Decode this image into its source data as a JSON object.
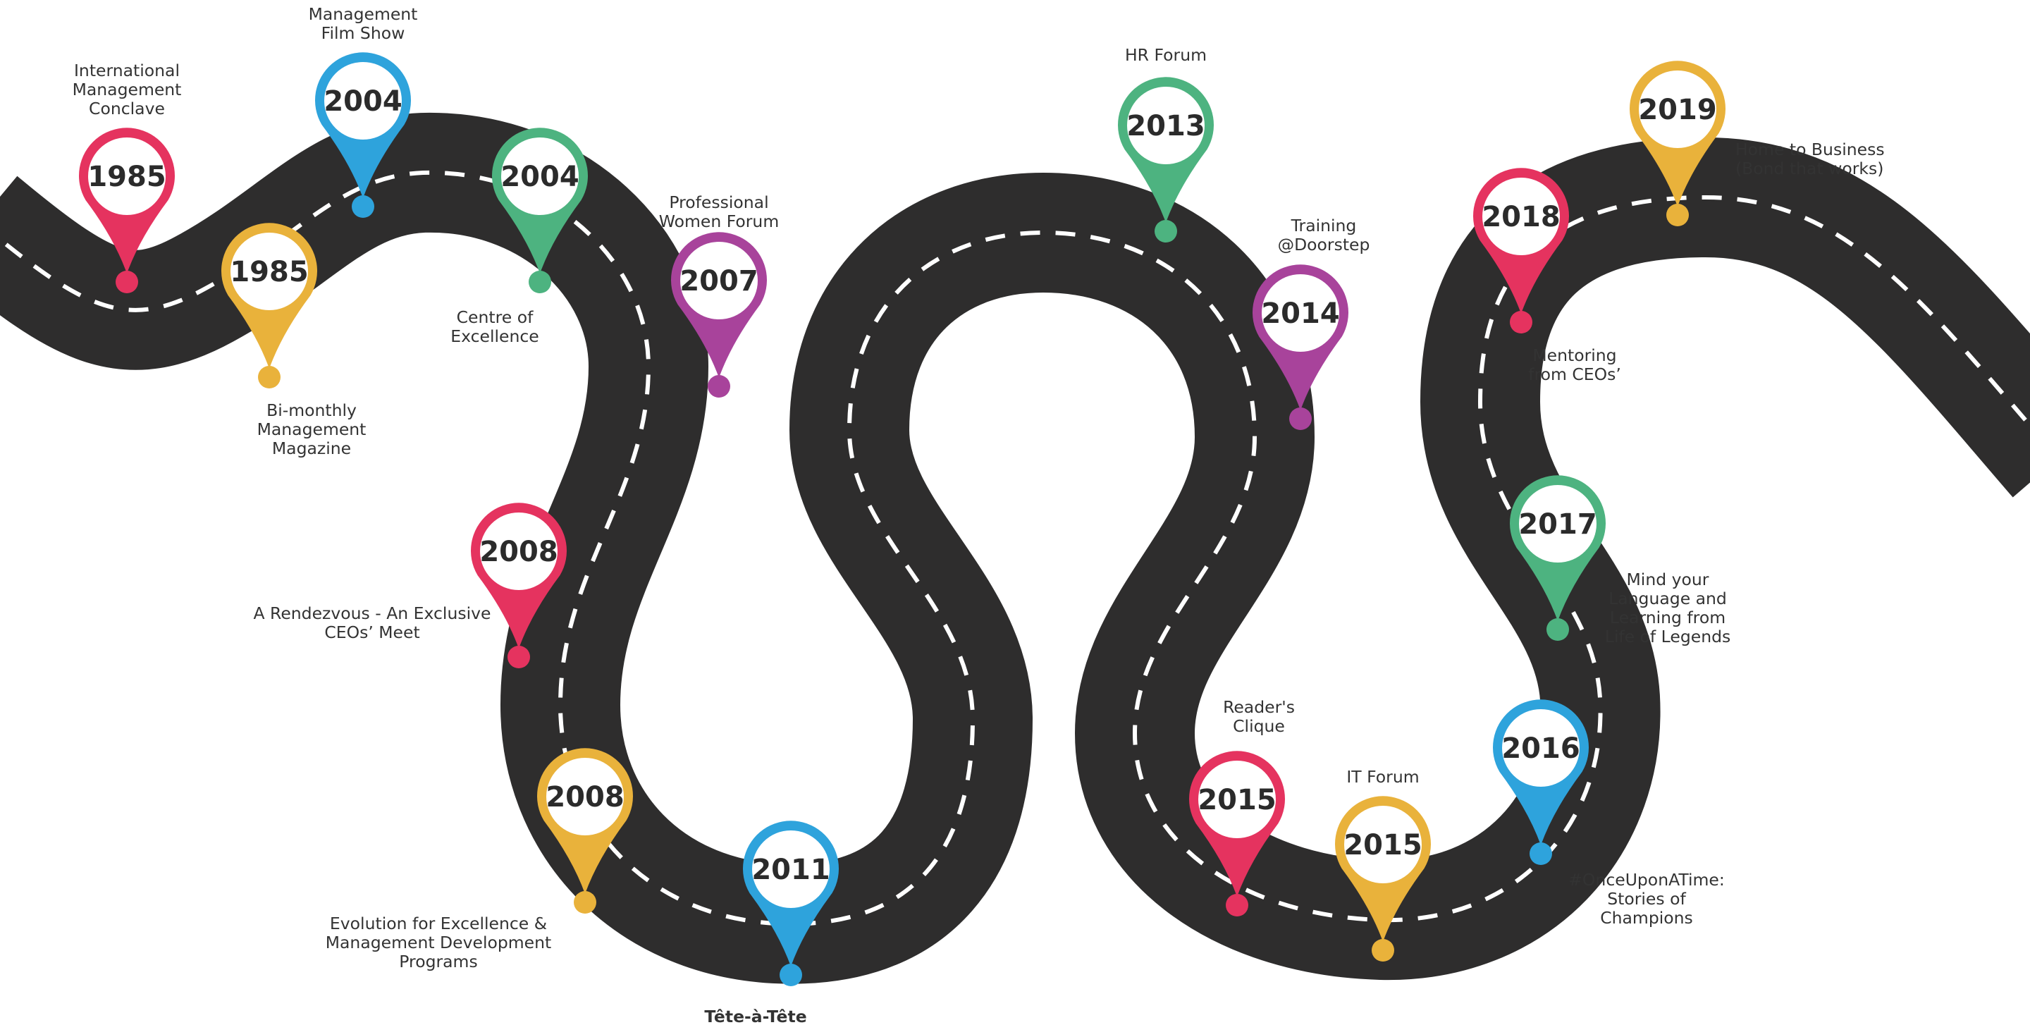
{
  "colors": {
    "road": "#2e2d2d",
    "lane": "#ffffff",
    "pink": "#e5335f",
    "yellow": "#e9b23b",
    "blue": "#2ea3dc",
    "green": "#4db380",
    "purple": "#a8439b"
  },
  "milestones": [
    {
      "year": "1985",
      "color": "pink",
      "lines": [
        "International",
        "Management",
        "Conclave"
      ]
    },
    {
      "year": "1985",
      "color": "yellow",
      "lines": [
        "Bi-monthly",
        "Management",
        "Magazine"
      ]
    },
    {
      "year": "2004",
      "color": "blue",
      "lines": [
        "Management",
        "Film Show"
      ]
    },
    {
      "year": "2004",
      "color": "green",
      "lines": [
        "Centre of",
        "Excellence"
      ]
    },
    {
      "year": "2007",
      "color": "purple",
      "lines": [
        "Professional",
        "Women Forum"
      ]
    },
    {
      "year": "2008",
      "color": "pink",
      "lines": [
        "A Rendezvous - An Exclusive",
        "CEOs’ Meet"
      ]
    },
    {
      "year": "2008",
      "color": "yellow",
      "lines": [
        "Evolution for Excellence &",
        "Management Development",
        "Programs"
      ]
    },
    {
      "year": "2011",
      "color": "blue",
      "lines": [
        "Tête-à-Tête"
      ]
    },
    {
      "year": "2013",
      "color": "green",
      "lines": [
        "HR Forum"
      ]
    },
    {
      "year": "2014",
      "color": "purple",
      "lines": [
        "Training",
        "@Doorstep"
      ]
    },
    {
      "year": "2015",
      "color": "pink",
      "lines": [
        "Reader's",
        "Clique"
      ]
    },
    {
      "year": "2015",
      "color": "yellow",
      "lines": [
        "IT Forum"
      ]
    },
    {
      "year": "2016",
      "color": "blue",
      "lines": [
        "#OnceUponATime:",
        "Stories of",
        "Champions"
      ]
    },
    {
      "year": "2017",
      "color": "green",
      "lines": [
        "Mind your",
        "Language and",
        "Learning from",
        "Life of Legends"
      ]
    },
    {
      "year": "2018",
      "color": "pink",
      "lines": [
        "Mentoring",
        "from CEOs’"
      ]
    },
    {
      "year": "2019",
      "color": "yellow",
      "lines": [
        "Home to Business",
        "(Bond that works)"
      ]
    }
  ]
}
